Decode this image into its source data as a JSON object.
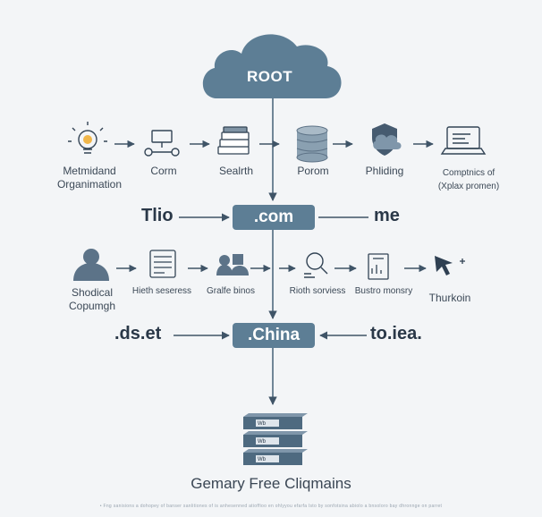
{
  "root": {
    "label": "ROOT"
  },
  "row1": [
    {
      "label": "Metmidand\nOrganimation",
      "icon": "lightbulb-gear-icon"
    },
    {
      "label": "Corm",
      "icon": "network-icon"
    },
    {
      "label": "Sealrth",
      "icon": "books-icon"
    },
    {
      "label": "Porom",
      "icon": "database-icon"
    },
    {
      "label": "Phliding",
      "icon": "shield-cloud-icon"
    },
    {
      "label": "Comptnics of\n(Xplax promen)",
      "icon": "laptop-icon"
    }
  ],
  "level_com": {
    "left": "Tlio",
    "center": ".com",
    "right": "me"
  },
  "row2": [
    {
      "label": "Shodical\nCopumgh",
      "icon": "person-icon"
    },
    {
      "label": "Hieth seseress",
      "icon": "keyboard-icon"
    },
    {
      "label": "Gralfe binos",
      "icon": "people-icon"
    },
    {
      "label": "Rioth sorviess",
      "icon": "magnifier-person-icon"
    },
    {
      "label": "Bustro monsry",
      "icon": "document-chart-icon"
    },
    {
      "label": "Thurkoin",
      "icon": "cursor-icon"
    }
  ],
  "level_china": {
    "left": ".ds.et",
    "center": ".China",
    "right": "to.iea."
  },
  "server_tags": [
    "Wb",
    "Wb",
    "Wb"
  ],
  "footer": {
    "title": "Gemary Free Cliqmains",
    "note": "• Fng sanisions a dohopey of banser sanlitiones of is anhesenned atioffioo en ohlyyou efarfa lsto by sonfotsina abiolo a bnsoloro bay dhronnge on parret"
  },
  "colors": {
    "node": "#5d7e95",
    "line": "#4f6a7f",
    "background": "#f3f5f7"
  }
}
